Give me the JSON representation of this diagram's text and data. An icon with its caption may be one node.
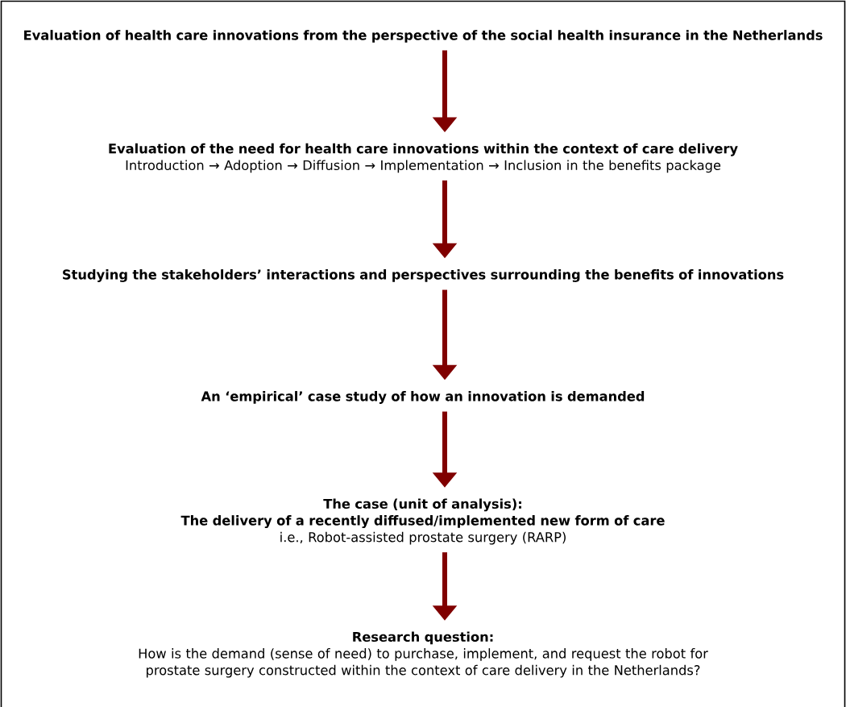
{
  "diagram": {
    "nodes": [
      {
        "text": [
          "Evaluation of health care innovations from the perspective of the social health insurance in the Netherlands"
        ]
      },
      {
        "text": [
          "Evaluation of the need for health care innovations within the context of care delivery",
          "Introduction → Adoption → Diffusion → Implementation → Inclusion in the benefits package"
        ]
      },
      {
        "text": [
          "Studying the stakeholders’ interactions and perspectives surrounding the benefits of innovations"
        ]
      },
      {
        "text": [
          "An ‘empirical’ case study of how an innovation is demanded"
        ]
      },
      {
        "text": [
          "The case (unit of analysis):",
          "The delivery of a recently diffused/implemented new form of care",
          "i.e., Robot-assisted prostate surgery (RARP)"
        ]
      },
      {
        "text": [
          "Research question:",
          "How is the demand (sense of need) to purchase, implement, and request the robot for prostate surgery constructed within the context of care delivery in the Netherlands?"
        ]
      }
    ],
    "edges": [
      {
        "from": 0,
        "to": 1,
        "arrow": "to"
      },
      {
        "from": 1,
        "to": 2,
        "arrow": "to"
      },
      {
        "from": 2,
        "to": 3,
        "arrow": "to"
      },
      {
        "from": 3,
        "to": 4,
        "arrow": "to"
      },
      {
        "from": 4,
        "to": 5,
        "arrow": "to"
      }
    ]
  }
}
